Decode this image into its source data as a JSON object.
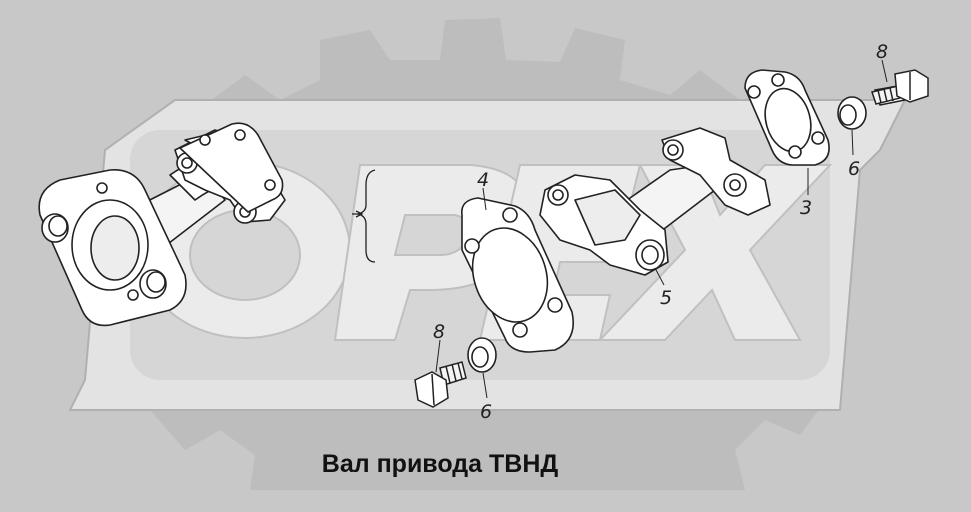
{
  "caption": "Вал привода ТВНД",
  "watermark": "ОРЕХ",
  "callouts": {
    "c3": "3",
    "c4": "4",
    "c5": "5",
    "c6_top": "6",
    "c6_bottom": "6",
    "c8_top": "8",
    "c8_bottom": "8"
  },
  "colors": {
    "background": "#c8c8c8",
    "watermark_light": "#e3e3e3",
    "watermark_dark": "#b3b3b3",
    "part_fill": "#ffffff",
    "line": "#222222"
  }
}
